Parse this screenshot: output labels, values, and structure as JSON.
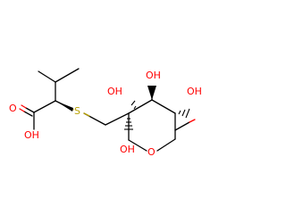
{
  "structure": {
    "atom_labels": {
      "oxygen_carbonyl": "O",
      "hydroxyl_acid": "OH",
      "sulfur": "S",
      "hydroxyl_c2": "OH",
      "hydroxyl_c3": "OH",
      "hydroxyl_c4": "OH",
      "hydroxyl_c5": "OH",
      "ring_oxygen": "O"
    },
    "colors": {
      "bond": "#000000",
      "oxygen": "#ff0000",
      "sulfur": "#b8a000"
    }
  }
}
